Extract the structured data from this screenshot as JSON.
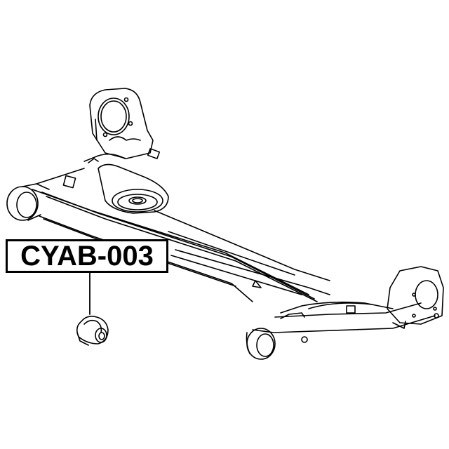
{
  "diagram": {
    "type": "parts-diagram",
    "subject": "rear-axle-beam-with-bushing",
    "part_label": "CYAB-003",
    "colors": {
      "line": "#000000",
      "background": "#ffffff"
    }
  }
}
